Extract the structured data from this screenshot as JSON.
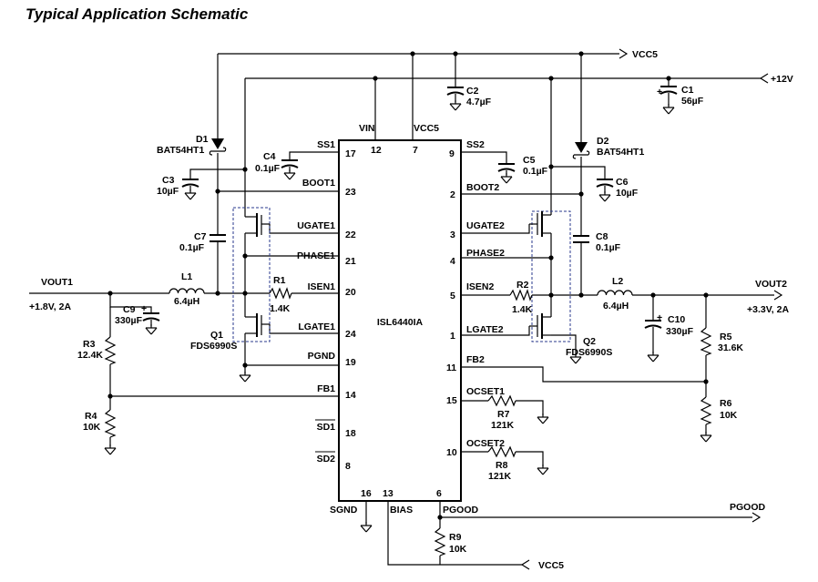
{
  "title": "Typical Application Schematic",
  "ic": {
    "name": "ISL6440IA"
  },
  "pins_left": [
    {
      "name": "SS1",
      "num": "17"
    },
    {
      "name": "BOOT1",
      "num": "23"
    },
    {
      "name": "UGATE1",
      "num": "22"
    },
    {
      "name": "PHASE1",
      "num": "21"
    },
    {
      "name": "ISEN1",
      "num": "20"
    },
    {
      "name": "LGATE1",
      "num": "24"
    },
    {
      "name": "PGND",
      "num": "19"
    },
    {
      "name": "FB1",
      "num": "14"
    },
    {
      "name": "SD1",
      "num": "18"
    },
    {
      "name": "SD2",
      "num": "8"
    }
  ],
  "pins_right": [
    {
      "name": "SS2",
      "num": "9"
    },
    {
      "name": "BOOT2",
      "num": "2"
    },
    {
      "name": "UGATE2",
      "num": "3"
    },
    {
      "name": "PHASE2",
      "num": "4"
    },
    {
      "name": "ISEN2",
      "num": "5"
    },
    {
      "name": "LGATE2",
      "num": "1"
    },
    {
      "name": "FB2",
      "num": "11"
    },
    {
      "name": "OCSET1",
      "num": "15"
    },
    {
      "name": "OCSET2",
      "num": "10"
    }
  ],
  "pins_top": [
    {
      "name": "VIN",
      "num": "12"
    },
    {
      "name": "VCC5",
      "num": "7"
    }
  ],
  "pins_bottom": [
    {
      "name": "SGND",
      "num": "16"
    },
    {
      "name": "BIAS",
      "num": "13"
    },
    {
      "name": "PGOOD",
      "num": "6"
    }
  ],
  "nets": {
    "vcc5_top": "VCC5",
    "v12": "+12V",
    "vout1": "VOUT1",
    "vout1_spec": "+1.8V, 2A",
    "vout2": "VOUT2",
    "vout2_spec": "+3.3V, 2A",
    "pgood": "PGOOD",
    "vcc5_bottom": "VCC5"
  },
  "components": {
    "c1": {
      "ref": "C1",
      "value": "56µF"
    },
    "c2": {
      "ref": "C2",
      "value": "4.7µF"
    },
    "c3": {
      "ref": "C3",
      "value": "10µF"
    },
    "c4": {
      "ref": "C4",
      "value": "0.1µF"
    },
    "c5": {
      "ref": "C5",
      "value": "0.1µF"
    },
    "c6": {
      "ref": "C6",
      "value": "10µF"
    },
    "c7": {
      "ref": "C7",
      "value": "0.1µF"
    },
    "c8": {
      "ref": "C8",
      "value": "0.1µF"
    },
    "c9": {
      "ref": "C9",
      "value": "330µF"
    },
    "c10": {
      "ref": "C10",
      "value": "330µF"
    },
    "d1": {
      "ref": "D1",
      "value": "BAT54HT1"
    },
    "d2": {
      "ref": "D2",
      "value": "BAT54HT1"
    },
    "l1": {
      "ref": "L1",
      "value": "6.4µH"
    },
    "l2": {
      "ref": "L2",
      "value": "6.4µH"
    },
    "q1": {
      "ref": "Q1",
      "value": "FDS6990S"
    },
    "q2": {
      "ref": "Q2",
      "value": "FDS6990S"
    },
    "r1": {
      "ref": "R1",
      "value": "1.4K"
    },
    "r2": {
      "ref": "R2",
      "value": "1.4K"
    },
    "r3": {
      "ref": "R3",
      "value": "12.4K"
    },
    "r4": {
      "ref": "R4",
      "value": "10K"
    },
    "r5": {
      "ref": "R5",
      "value": "31.6K"
    },
    "r6": {
      "ref": "R6",
      "value": "10K"
    },
    "r7": {
      "ref": "R7",
      "value": "121K"
    },
    "r8": {
      "ref": "R8",
      "value": "121K"
    },
    "r9": {
      "ref": "R9",
      "value": "10K"
    }
  }
}
